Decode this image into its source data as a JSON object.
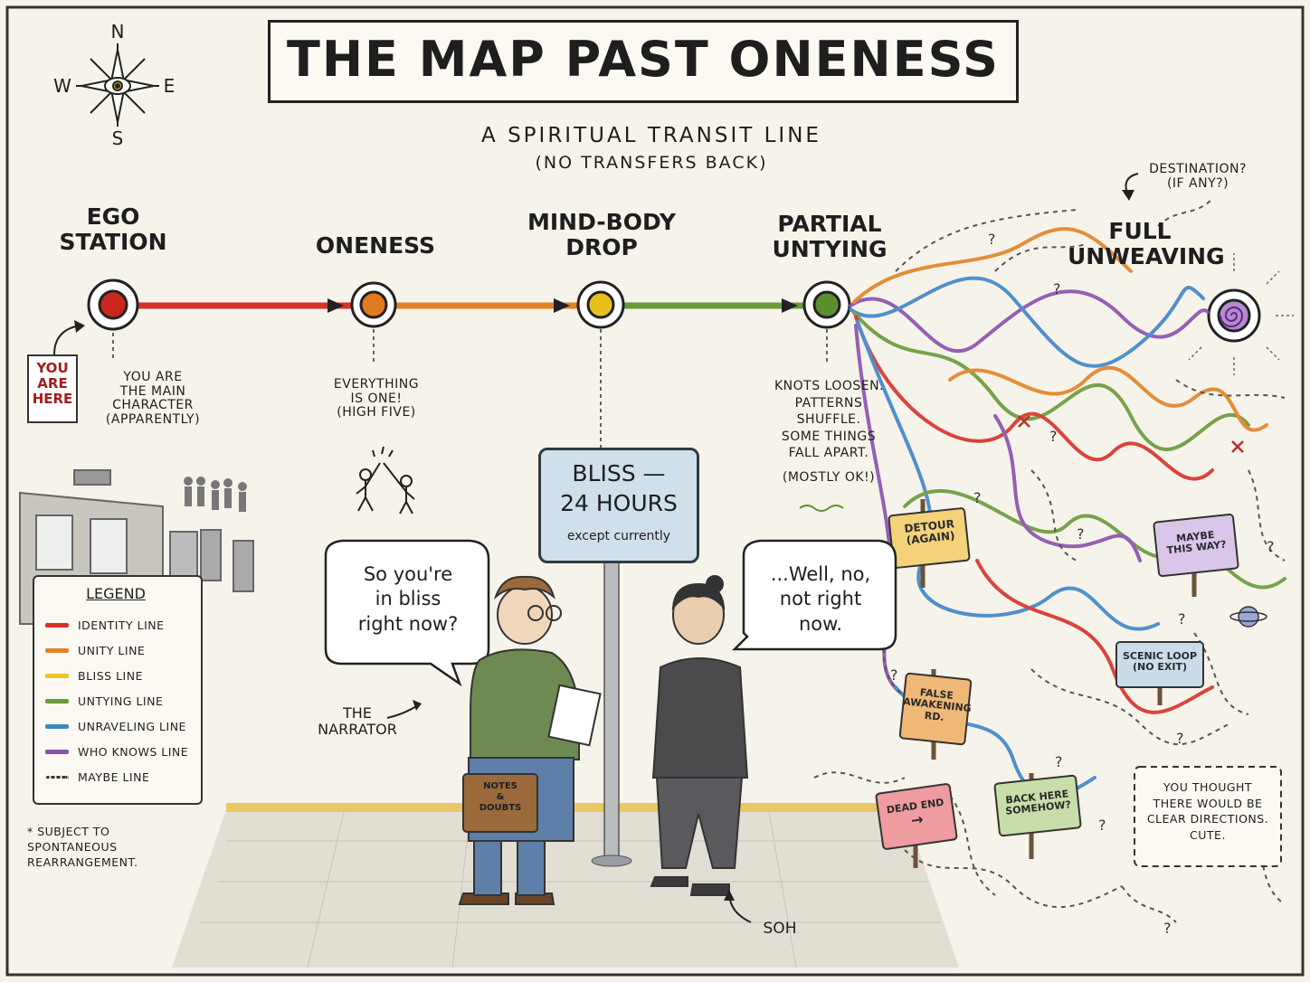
{
  "title": "THE MAP PAST ONENESS",
  "subtitle": "A SPIRITUAL TRANSIT LINE",
  "subtitle_note": "(NO TRANSFERS BACK)",
  "compass": {
    "n": "N",
    "s": "S",
    "e": "E",
    "w": "W"
  },
  "destination_note": [
    "DESTINATION?",
    "(IF ANY?)"
  ],
  "stations": [
    {
      "name": [
        "EGO",
        "STATION"
      ],
      "note": [
        "YOU ARE",
        "THE MAIN",
        "CHARACTER",
        "(APPARENTLY)"
      ],
      "color": "#c8251e"
    },
    {
      "name": [
        "ONENESS"
      ],
      "note": [
        "EVERYTHING",
        "IS ONE!",
        "(HIGH FIVE)"
      ],
      "color": "#e07a1f"
    },
    {
      "name": [
        "MIND-BODY",
        "DROP"
      ],
      "note": [],
      "color": "#e8c21c"
    },
    {
      "name": [
        "PARTIAL",
        "UNTYING"
      ],
      "note": [
        "KNOTS LOOSEN.",
        "PATTERNS",
        "SHUFFLE.",
        "SOME THINGS",
        "FALL APART.",
        "(MOSTLY OK!)"
      ],
      "color": "#5b8f2e"
    },
    {
      "name": [
        "FULL",
        "UNWEAVING"
      ],
      "note": [],
      "color": "#8a4fb0"
    }
  ],
  "you_are_here": [
    "YOU",
    "ARE",
    "HERE"
  ],
  "bliss_sign": {
    "line1": "BLISS —",
    "line2": "24 HOURS",
    "line3": "except currently"
  },
  "speech": {
    "narrator": [
      "So you're",
      "in bliss",
      "right now?"
    ],
    "soh": [
      "...Well, no,",
      "not right",
      "now."
    ]
  },
  "labels": {
    "narrator": [
      "THE",
      "NARRATOR"
    ],
    "soh": "SOH",
    "bag": [
      "NOTES",
      "&",
      "DOUBTS"
    ]
  },
  "legend": {
    "title": "LEGEND",
    "items": [
      {
        "label": "IDENTITY LINE",
        "color": "#d8312a"
      },
      {
        "label": "UNITY LINE",
        "color": "#e38225"
      },
      {
        "label": "BLISS LINE",
        "color": "#f0c327"
      },
      {
        "label": "UNTYING LINE",
        "color": "#6a9a3a"
      },
      {
        "label": "UNRAVELING LINE",
        "color": "#3f86c8"
      },
      {
        "label": "WHO KNOWS LINE",
        "color": "#8a4fb0"
      },
      {
        "label": "MAYBE LINE",
        "color": "dotted"
      }
    ]
  },
  "footnote": [
    "* SUBJECT TO",
    "SPONTANEOUS",
    "REARRANGEMENT."
  ],
  "signs": [
    {
      "text": [
        "DETOUR",
        "(AGAIN)"
      ],
      "bg": "#f3d27a"
    },
    {
      "text": [
        "MAYBE",
        "THIS WAY?"
      ],
      "bg": "#d9c6e8"
    },
    {
      "text": [
        "SCENIC LOOP",
        "(NO EXIT)"
      ],
      "bg": "#c9dcea"
    },
    {
      "text": [
        "FALSE",
        "AWAKENING",
        "RD."
      ],
      "bg": "#f0b877"
    },
    {
      "text": [
        "DEAD END",
        "→"
      ],
      "bg": "#ee9ca0"
    },
    {
      "text": [
        "BACK HERE",
        "SOMEHOW?"
      ],
      "bg": "#c8deaa"
    }
  ],
  "closing_note": [
    "YOU THOUGHT",
    "THERE WOULD BE",
    "CLEAR DIRECTIONS.",
    "CUTE."
  ]
}
